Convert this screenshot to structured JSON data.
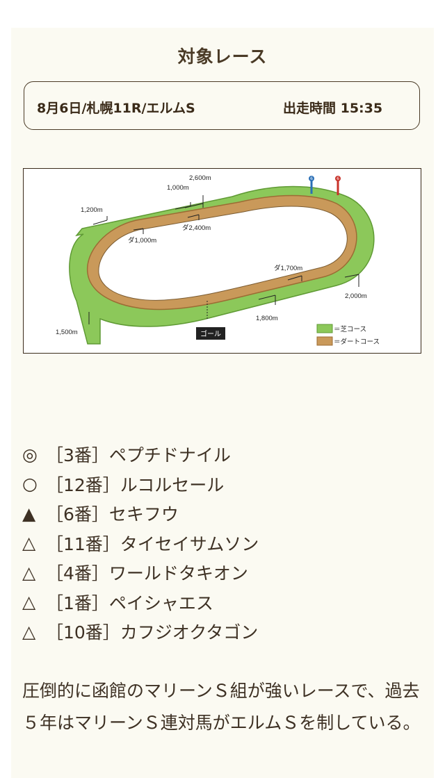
{
  "section": {
    "title": "対象レース"
  },
  "race": {
    "name": "8月6日/札幌11R/エルムS",
    "post_time": "出走時間 15:35"
  },
  "course_map": {
    "labels": {
      "d2600": "2,600m",
      "d1000": "1,000m",
      "d1200": "1,200m",
      "dirt1000": "ダ1,000m",
      "dirt2400": "ダ2,400m",
      "dirt1700": "ダ1,700m",
      "d2000": "2,000m",
      "d1800": "1,800m",
      "d1500": "1,500m",
      "goal": "ゴール",
      "pole6a": "6",
      "pole6b": "6"
    },
    "legend": {
      "turf": "＝芝コース",
      "dirt": "＝ダートコース"
    },
    "colors": {
      "turf": "#8cc85a",
      "turf_edge": "#5f9a34",
      "dirt": "#c9995a",
      "dirt_edge": "#9c6c34",
      "goal": "#222222"
    }
  },
  "picks": [
    {
      "mark": "◎",
      "text": "［3番］ペプチドナイル"
    },
    {
      "mark": "○",
      "text": "［12番］ルコルセール"
    },
    {
      "mark": "▲",
      "text": "［6番］セキフウ"
    },
    {
      "mark": "△",
      "text": "［11番］タイセイサムソン"
    },
    {
      "mark": "△",
      "text": "［4番］ワールドタキオン"
    },
    {
      "mark": "△",
      "text": "［1番］ペイシャエス"
    },
    {
      "mark": "△",
      "text": "［10番］カフジオクタゴン"
    }
  ],
  "comment": "圧倒的に函館のマリーンＳ組が強いレースで、過去５年はマリーンＳ連対馬がエルムＳを制している。"
}
